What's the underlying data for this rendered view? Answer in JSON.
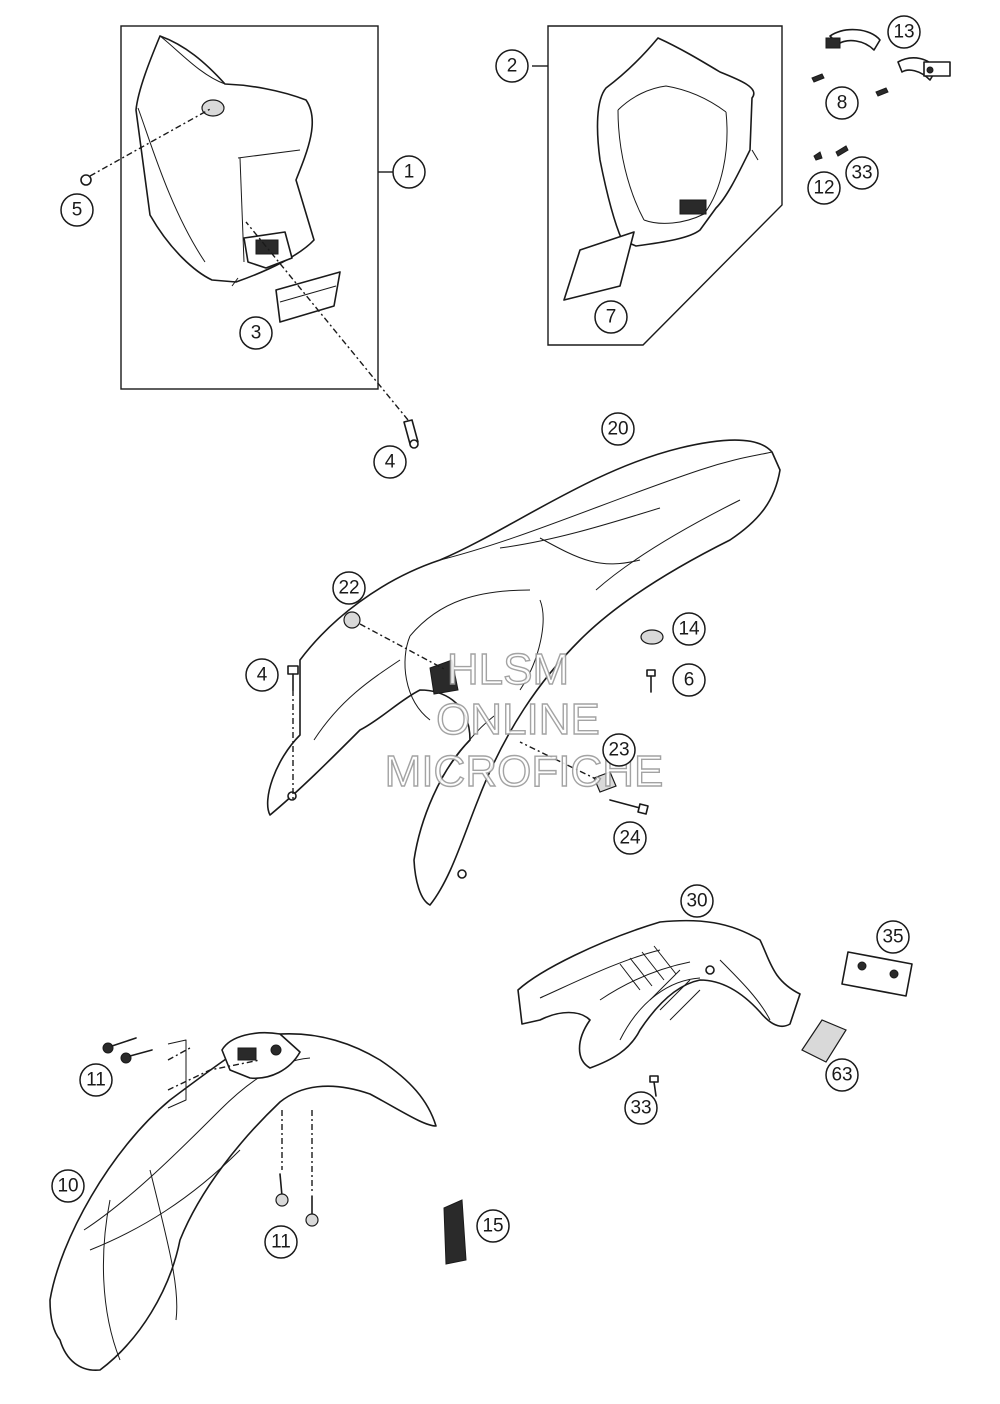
{
  "callouts": [
    {
      "id": "c1",
      "label": "1"
    },
    {
      "id": "c2",
      "label": "2"
    },
    {
      "id": "c3",
      "label": "3"
    },
    {
      "id": "c4a",
      "label": "4"
    },
    {
      "id": "c4b",
      "label": "4"
    },
    {
      "id": "c5",
      "label": "5"
    },
    {
      "id": "c6",
      "label": "6"
    },
    {
      "id": "c7",
      "label": "7"
    },
    {
      "id": "c8",
      "label": "8"
    },
    {
      "id": "c10",
      "label": "10"
    },
    {
      "id": "c11a",
      "label": "11"
    },
    {
      "id": "c11b",
      "label": "11"
    },
    {
      "id": "c12",
      "label": "12"
    },
    {
      "id": "c13",
      "label": "13"
    },
    {
      "id": "c14",
      "label": "14"
    },
    {
      "id": "c15",
      "label": "15"
    },
    {
      "id": "c20",
      "label": "20"
    },
    {
      "id": "c22",
      "label": "22"
    },
    {
      "id": "c23",
      "label": "23"
    },
    {
      "id": "c24",
      "label": "24"
    },
    {
      "id": "c30",
      "label": "30"
    },
    {
      "id": "c33a",
      "label": "33"
    },
    {
      "id": "c33b",
      "label": "33"
    },
    {
      "id": "c35",
      "label": "35"
    },
    {
      "id": "c63",
      "label": "63"
    }
  ],
  "watermark": {
    "line1": "HLSM",
    "line2": "ONLINE",
    "line3": "MICROFICHE"
  }
}
